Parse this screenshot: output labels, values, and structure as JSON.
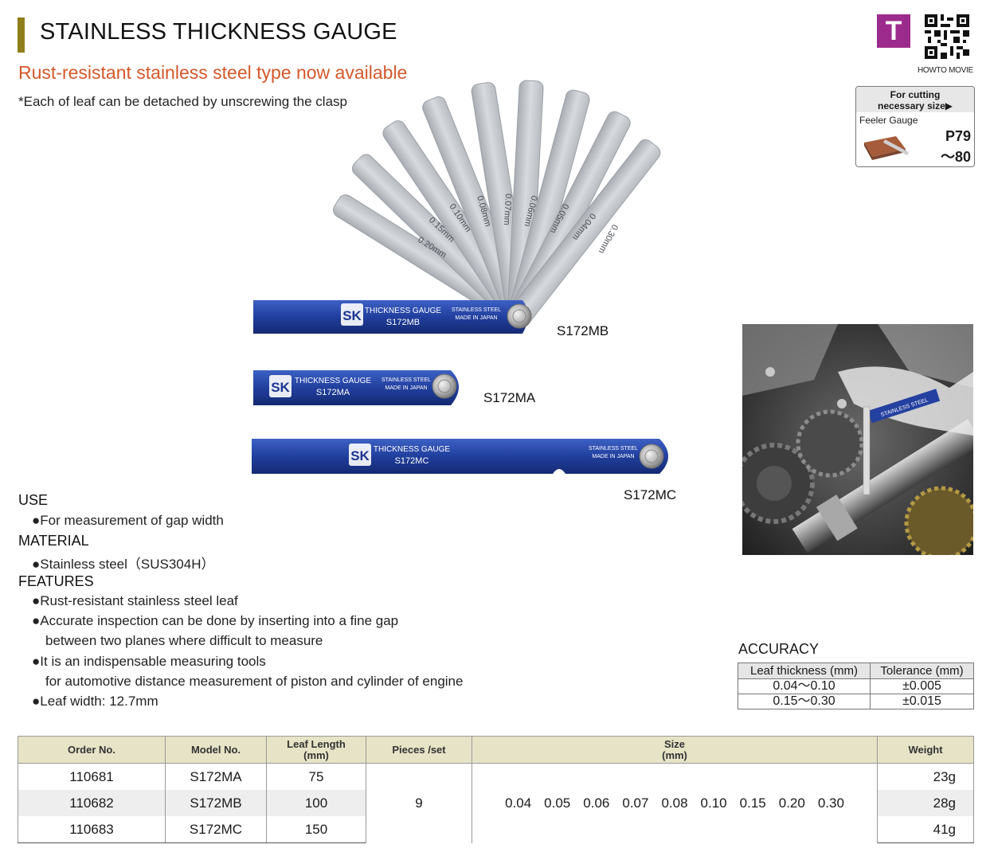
{
  "title": "STAINLESS THICKNESS GAUGE",
  "subtitle": "Rust-resistant stainless steel type now available",
  "note": "*Each of leaf can be detached by unscrewing the clasp",
  "badge": "T",
  "howto": "HOWTO MOVIE",
  "cutting": {
    "head1": "For cutting",
    "head2": "necessary size▶",
    "item": "Feeler Gauge",
    "page1": "P79",
    "page2": "～80"
  },
  "gauges": {
    "leaf_labels": [
      "0.20mm",
      "0.15mm",
      "0.10mm",
      "0.08mm",
      "0.07mm",
      "0.06mm",
      "0.05mm",
      "0.04mm",
      "0.30mm"
    ],
    "handle_brand": "SK",
    "handle_title": "THICKNESS GAUGE",
    "handle_steel": "STAINLESS STEEL",
    "handle_made": "MADE IN JAPAN",
    "models": [
      "S172MB",
      "S172MA",
      "S172MC"
    ]
  },
  "use": {
    "heading": "USE",
    "items": [
      "●For measurement of gap width"
    ]
  },
  "material": {
    "heading": "MATERIAL",
    "items": [
      "●Stainless steel（SUS304H）"
    ]
  },
  "features": {
    "heading": "FEATURES",
    "lines": [
      "●Rust-resistant stainless steel leaf",
      "●Accurate inspection can be done by inserting into a fine gap",
      "between two planes where difficult to measure",
      "●It is an indispensable measuring tools",
      "for automotive distance measurement of piston and cylinder of engine",
      "●Leaf width: 12.7mm"
    ]
  },
  "accuracy": {
    "title": "ACCURACY",
    "headers": [
      "Leaf thickness (mm)",
      "Tolerance (mm)"
    ],
    "rows": [
      [
        "0.04～0.10",
        "±0.005"
      ],
      [
        "0.15～0.30",
        "±0.015"
      ]
    ]
  },
  "table": {
    "headers": [
      "Order No.",
      "Model No.",
      "Leaf Length",
      "(mm)",
      "Pieces /set",
      "Size",
      "(mm)",
      "Weight"
    ],
    "rows": [
      {
        "order": "110681",
        "model": "S172MA",
        "length": "75",
        "weight": "23g"
      },
      {
        "order": "110682",
        "model": "S172MB",
        "length": "100",
        "weight": "28g"
      },
      {
        "order": "110683",
        "model": "S172MC",
        "length": "150",
        "weight": "41g"
      }
    ],
    "pieces": "9",
    "sizes": [
      "0.04",
      "0.05",
      "0.06",
      "0.07",
      "0.08",
      "0.10",
      "0.15",
      "0.20",
      "0.30"
    ]
  }
}
